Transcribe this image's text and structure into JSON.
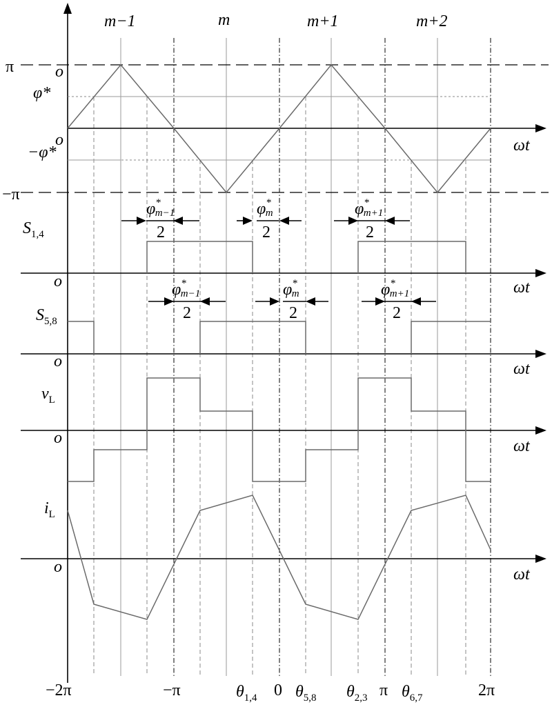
{
  "sections": {
    "periods": [
      "m−1",
      "m",
      "m+1",
      "m+2"
    ],
    "phase_axis": {
      "pi": "π",
      "phi_star": "φ*",
      "neg_phi_star": "−φ*",
      "neg_pi": "−π",
      "origin": "o"
    },
    "switch_14": {
      "label_main": "S",
      "label_sub": "1,4",
      "origin": "o",
      "axis": "ωt",
      "widths": [
        {
          "phi": "φ",
          "sub": "m−1",
          "den": "2"
        },
        {
          "phi": "φ",
          "sub": "m",
          "den": "2"
        },
        {
          "phi": "φ",
          "sub": "m+1",
          "den": "2"
        }
      ]
    },
    "switch_58": {
      "label_main": "S",
      "label_sub": "5,8",
      "origin": "o",
      "axis": "ωt",
      "widths": [
        {
          "phi": "φ",
          "sub": "m−1",
          "den": "2"
        },
        {
          "phi": "φ",
          "sub": "m",
          "den": "2"
        },
        {
          "phi": "φ",
          "sub": "m+1",
          "den": "2"
        }
      ]
    },
    "voltage": {
      "label_main": "v",
      "label_sub": "L",
      "origin": "o",
      "axis": "ωt"
    },
    "current": {
      "label_main": "i",
      "label_sub": "L",
      "origin": "o",
      "axis": "ωt"
    },
    "phase": {
      "axis": "ωt",
      "origin": "o"
    }
  },
  "x_ticks": {
    "neg_2pi": "−2π",
    "neg_pi": "−π",
    "theta14_main": "θ",
    "theta14_sub": "1,4",
    "zero": "0",
    "theta58_main": "θ",
    "theta58_sub": "5,8",
    "theta23_main": "θ",
    "theta23_sub": "2,3",
    "pi": "π",
    "theta67_main": "θ",
    "theta67_sub": "6,7",
    "two_pi": "2π"
  },
  "superscript_star": "*"
}
